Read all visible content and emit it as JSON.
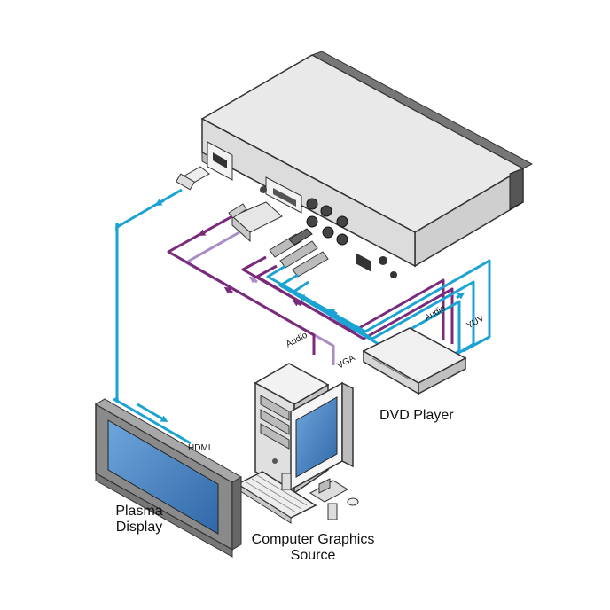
{
  "labels": {
    "plasma_display": [
      "Plasma",
      "Display"
    ],
    "computer_source": [
      "Computer Graphics",
      "Source"
    ],
    "dvd_player": "DVD Player",
    "hdmi": "HDMI",
    "vga": "VGA",
    "audio_pc": "Audio",
    "audio_dvd": "Audio",
    "yuv": "YUV"
  },
  "colors": {
    "hdmi_cable": "#1aa3d3",
    "yuv_cable": "#1aa3d3",
    "vga_cable": "#a98cc4",
    "audio_cable": "#7a2a7a",
    "device_body": "#e3e3e3",
    "device_dark": "#4a4a4a",
    "screen": "#4a86c8"
  },
  "icons": [
    "scaler-device",
    "plasma-display-icon",
    "computer-tower-icon",
    "monitor-icon",
    "keyboard-icon",
    "dvd-player-icon"
  ]
}
